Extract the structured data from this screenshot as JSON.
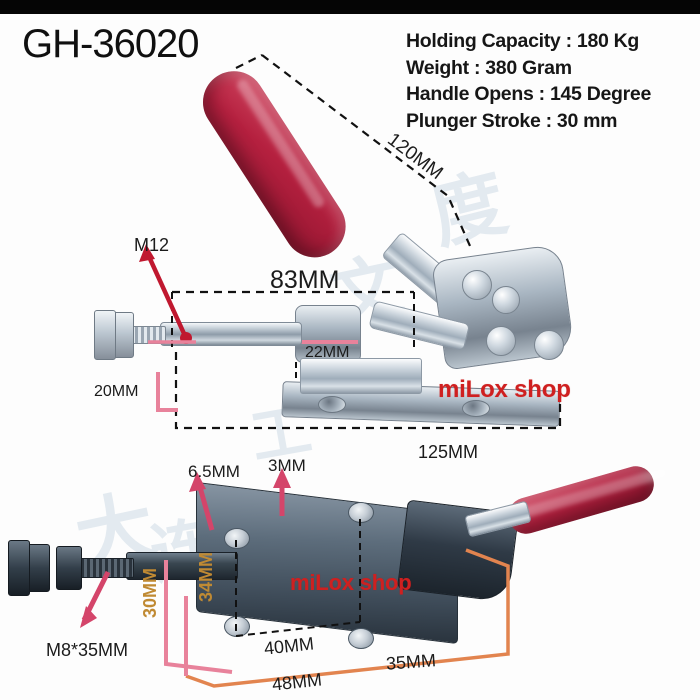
{
  "product": {
    "model": "GH-36020",
    "watermark": "miLox shop"
  },
  "specs": [
    "Holding Capacity : 180 Kg",
    "Weight : 380 Gram",
    "Handle Opens : 145 Degree",
    "Plunger Stroke : 30 mm"
  ],
  "top_view_dimensions": {
    "handle_length": "120MM",
    "thread_size": "M12",
    "plunger_length": "83MM",
    "barrel_length": "22MM",
    "base_height": "20MM",
    "base_length": "125MM"
  },
  "bottom_view_dimensions": {
    "hole_diameter": "6.5MM",
    "plate_thickness": "3MM",
    "plate_width": "34MM",
    "stroke": "30MM",
    "bolt_size": "M8*35MM",
    "hole_spacing": "40MM",
    "plate_length": "48MM",
    "offset": "35MM"
  },
  "colors": {
    "handle_red": "#b5203f",
    "watermark_red": "#cf2020",
    "pink_guide": "#e8829b",
    "orange_guide": "#e2844f",
    "orange_text": "#c08a33"
  }
}
